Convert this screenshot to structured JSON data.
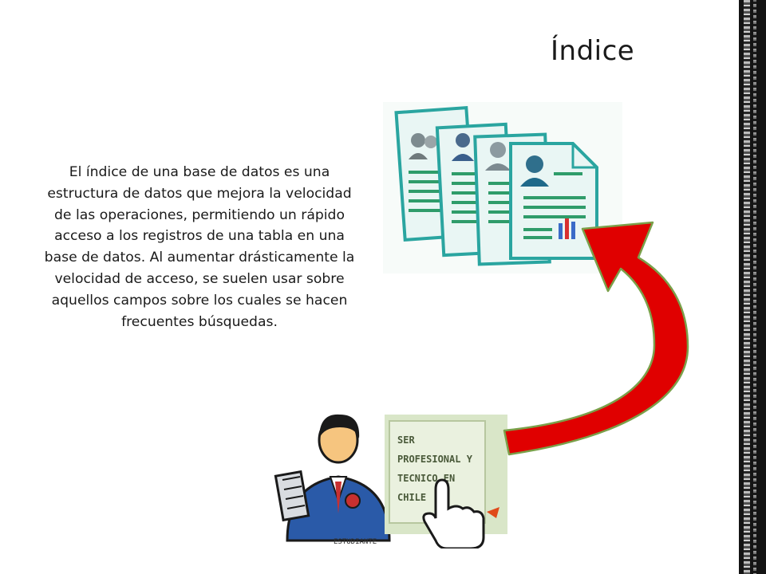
{
  "slide": {
    "title": "Índice",
    "body": "El índice de una base de datos es una estructura de datos que mejora la velocidad de las operaciones, permitiendo un rápido acceso a los registros de una tabla en una base de datos. Al aumentar drásticamente la velocidad de acceso, se suelen usar sobre aquellos campos sobre los cuales se hacen frecuentes búsquedas."
  },
  "illustrations": {
    "documents": {
      "icon": "document-stack-icon"
    },
    "student": {
      "icon": "student-with-books-icon",
      "caption": "ESTUDIANTE",
      "sign_lines": [
        "SER",
        "PROFESIONAL Y",
        "TECNICO EN",
        "CHILE"
      ]
    },
    "arrow": {
      "icon": "curved-arrow-icon",
      "color": "#e00000"
    }
  },
  "colors": {
    "doc_border": "#2aa5a0",
    "doc_fill": "#e9f6f4",
    "arrow_fill": "#e00000",
    "arrow_outline": "#7aa04a",
    "edge_strip": "#141414"
  }
}
